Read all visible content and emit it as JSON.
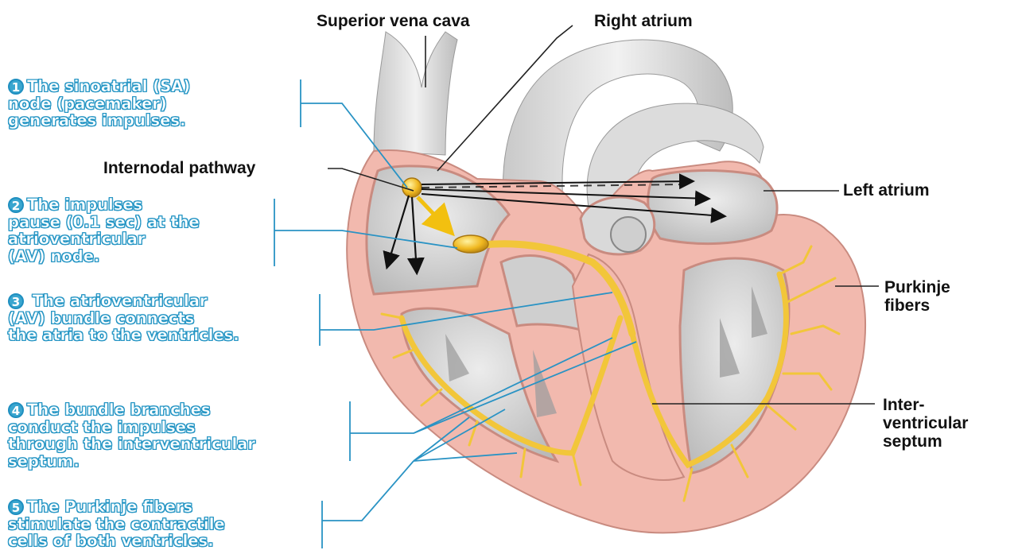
{
  "labels": {
    "superior_vena_cava": "Superior vena cava",
    "right_atrium": "Right atrium",
    "internodal_pathway": "Internodal pathway",
    "left_atrium": "Left atrium",
    "purkinje_1": "Purkinje",
    "purkinje_2": "fibers",
    "septum_1": "Inter-",
    "septum_2": "ventricular",
    "septum_3": "septum"
  },
  "steps": [
    {
      "number": "1",
      "lines": [
        "The sinoatrial (SA)",
        "node (pacemaker)",
        "generates impulses."
      ]
    },
    {
      "number": "2",
      "lines": [
        "The impulses",
        "pause (0.1 sec) at the",
        "atrioventricular",
        "(AV) node."
      ]
    },
    {
      "number": "3",
      "lines": [
        " The atrioventricular",
        "(AV) bundle connects",
        "the atria to the ventricles."
      ]
    },
    {
      "number": "4",
      "lines": [
        "The bundle branches",
        "conduct the impulses",
        "through the interventricular",
        "septum."
      ]
    },
    {
      "number": "5",
      "lines": [
        "The Purkinje fibers",
        "stimulate the contractile",
        "cells of both ventricles."
      ]
    }
  ],
  "colors": {
    "myocardium": "#f2b9ae",
    "chamber": "#d8d8d8",
    "vessel": "#e6e6e6",
    "conduction": "#f2c63a",
    "leader_blue": "#2a93c4",
    "step_text": "#3aa6cf"
  }
}
